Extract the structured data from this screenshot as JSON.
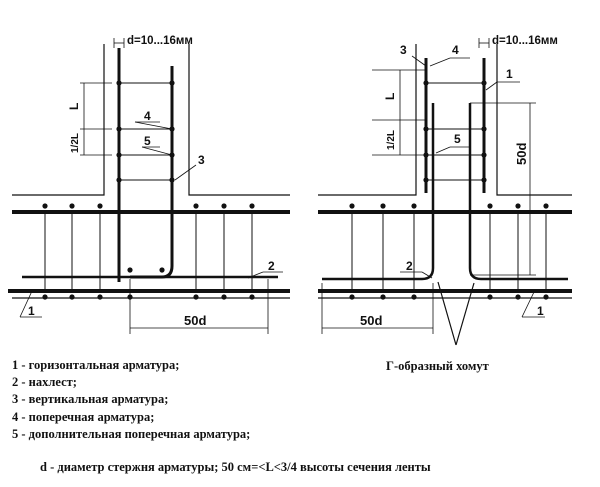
{
  "left_diagram": {
    "dim_d": "d=10...16мм",
    "dim_L": "L",
    "dim_half_L": "1/2L",
    "dim_50d": "50d",
    "labels": [
      "1",
      "2",
      "3",
      "4",
      "5"
    ]
  },
  "right_diagram": {
    "dim_d": "d=10...16мм",
    "dim_L": "L",
    "dim_half_L": "1/2L",
    "dim_50d_vertical": "50d",
    "dim_50d": "50d",
    "labels": [
      "1",
      "2",
      "3",
      "4",
      "5"
    ]
  },
  "caption": "Г-образный хомут",
  "legend": [
    "1 - горизонтальная арматура;",
    "2 - нахлест;",
    "3 - вертикальная арматура;",
    "4 - поперечная арматура;",
    "5 - дополнительная поперечная арматура;"
  ],
  "note": "d - диаметр стержня арматуры; 50 см=<L<3/4 высоты сечения ленты",
  "colors": {
    "ink": "#111111",
    "background": "#ffffff"
  }
}
